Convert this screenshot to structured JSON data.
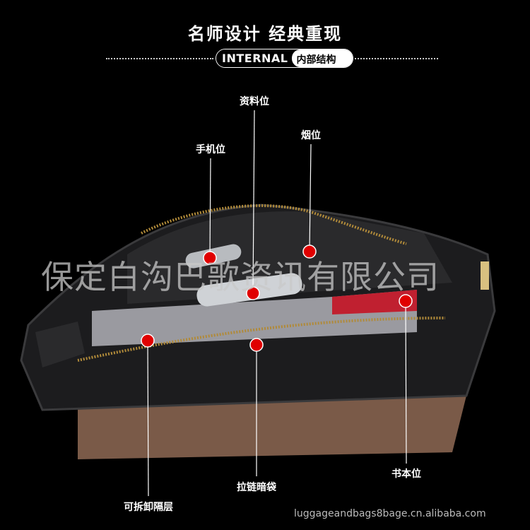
{
  "header": {
    "title": "名师设计  经典重现",
    "badge_en": "INTERNAL",
    "badge_cn": "内部结构"
  },
  "labels": {
    "document_slot": "资料位",
    "phone_slot": "手机位",
    "cigarette_slot": "烟位",
    "book_slot": "书本位",
    "zipper_pocket": "拉链暗袋",
    "removable_divider": "可拆卸隔层"
  },
  "watermark": "保定白沟巴歌资讯有限公司",
  "site": "luggageandbags8bage.cn.alibaba.com",
  "colors": {
    "dot": "#e00000",
    "leather": "#1c1c1e",
    "suede": "#7a5a48",
    "zipper": "#b08a3a"
  }
}
